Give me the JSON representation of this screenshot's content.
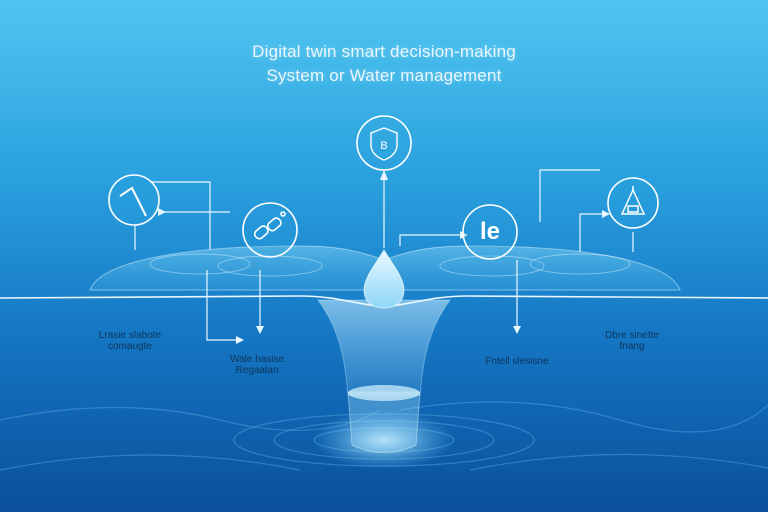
{
  "title": {
    "line1": "Digital twin smart decision-making",
    "line2": "System or Water management"
  },
  "nodes": {
    "center_top": {
      "icon": "shield-b-icon",
      "glyph": "B"
    },
    "left_outer": {
      "icon": "gauge-needle-icon"
    },
    "left_inner": {
      "icon": "chain-link-icon"
    },
    "right_inner": {
      "icon": "letters-icon",
      "text": "le"
    },
    "right_outer": {
      "icon": "triangle-structure-icon"
    }
  },
  "labels": {
    "left_outer": [
      "Lrasie slabote",
      "comaugte"
    ],
    "left_inner": [
      "Wale hasise",
      "Regaalan"
    ],
    "right_inner": [
      "Fntell slesisne"
    ],
    "right_outer": [
      "Dbre sinette",
      "fnang"
    ]
  },
  "colors": {
    "line": "#eaf7ff",
    "node_ring": "#ffffff",
    "drop": "#bfe9ff",
    "funnel_glow": "#9fe3ff"
  }
}
